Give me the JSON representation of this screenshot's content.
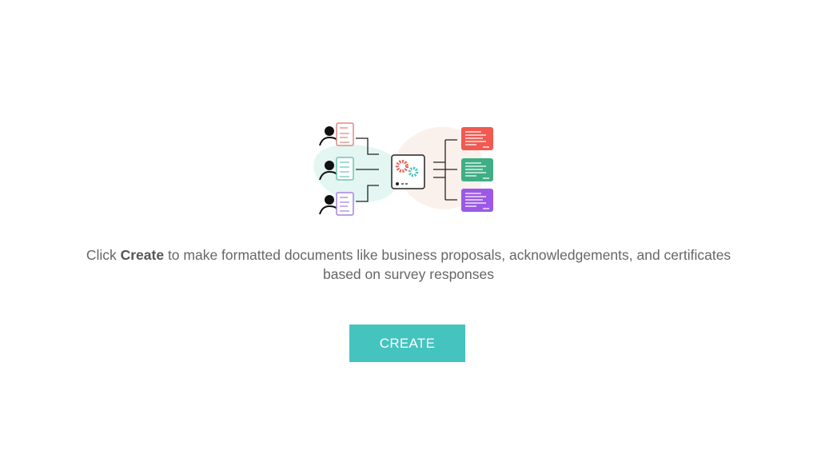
{
  "description": {
    "prefix": "Click ",
    "emphasis": "Create",
    "suffix": " to make formatted documents like business proposals, acknowledgements, and certificates based on survey responses"
  },
  "create_button": {
    "label": "CREATE"
  },
  "colors": {
    "accent": "#45c3bf",
    "red": "#f05a50",
    "green": "#3fae84",
    "purple": "#9b59e6"
  },
  "illustration": {
    "icon": "survey-to-document-workflow-icon"
  }
}
